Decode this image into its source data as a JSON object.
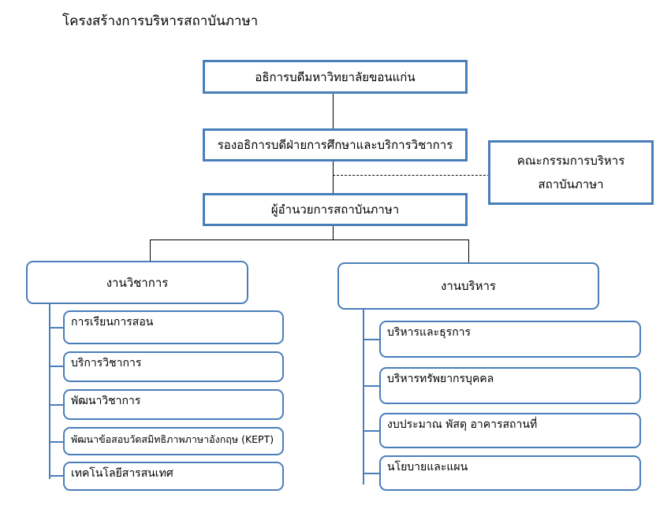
{
  "document": {
    "title": "โครงสร้างการบริหารสถาบันภาษา",
    "accent_color": "#4a7ebb",
    "connector_color": "#000000",
    "background_color": "#ffffff"
  },
  "hierarchy": {
    "rector": {
      "label": "อธิการบดีมหาวิทยาลัยขอนแก่น"
    },
    "vice_rector": {
      "label": "รองอธิการบดีฝ่ายการศึกษาและบริการวิชาการ"
    },
    "committee": {
      "line1": "คณะกรรมการบริหาร",
      "line2": "สถาบันภาษา",
      "link_style": "dashed"
    },
    "director": {
      "label": "ผู้อำนวยการสถาบันภาษา"
    },
    "divisions": [
      {
        "label": "งานวิชาการ",
        "items": [
          {
            "label": "การเรียนการสอน",
            "small": false
          },
          {
            "label": "บริการวิชาการ",
            "small": false
          },
          {
            "label": "พัฒนาวิชาการ",
            "small": false
          },
          {
            "label": "พัฒนาข้อสอบวัดสมิทธิภาพภาษาอังกฤษ (KEPT)",
            "small": true
          },
          {
            "label": "เทคโนโลยีสารสนเทศ",
            "small": false
          }
        ]
      },
      {
        "label": "งานบริหาร",
        "items": [
          {
            "label": "บริหารและธุรการ",
            "small": false
          },
          {
            "label": "บริหารทรัพยากรบุคคล",
            "small": false
          },
          {
            "label": "งบประมาณ พัสดุ อาคารสถานที่",
            "small": false
          },
          {
            "label": "นโยบายและแผน",
            "small": false
          }
        ]
      }
    ]
  }
}
